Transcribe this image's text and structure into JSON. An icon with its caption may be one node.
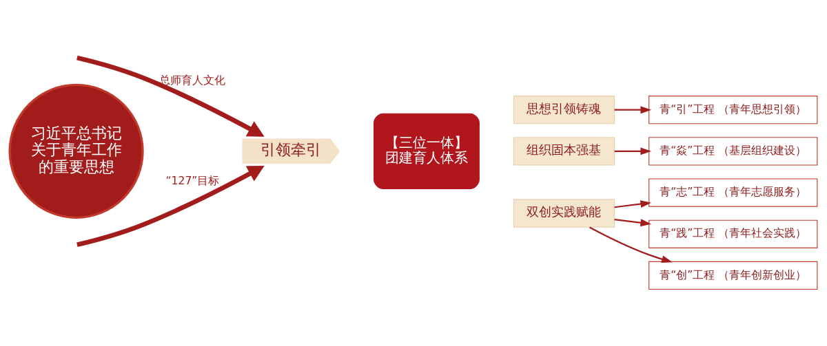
{
  "diagram": {
    "nodes": [
      {
        "text": [
          "习近平总书记关于青年工作的重要思想"
        ]
      },
      {
        "text": [
          "引领牵引"
        ]
      },
      {
        "text": [
          "【三位一体】团建育人体系"
        ]
      },
      {
        "text": [
          "思想引领铸魂"
        ]
      },
      {
        "text": [
          "组织固本强基"
        ]
      },
      {
        "text": [
          "双创实践赋能"
        ]
      },
      {
        "text": [
          "青“引”工程 （青年思想引领）"
        ]
      },
      {
        "text": [
          "青“焱”工程 （基层组织建设）"
        ]
      },
      {
        "text": [
          "青“创”工程 （青年创新创业）"
        ]
      },
      {
        "text": [
          "青“志”工程 （青年志愿服务）"
        ]
      },
      {
        "text": [
          "青“践”工程 （青年社会实践）"
        ]
      }
    ],
    "edges": [
      {
        "from": null,
        "to": 1,
        "arrow": "to",
        "label": "总师育人文化",
        "style": "thick"
      },
      {
        "from": null,
        "to": 1,
        "arrow": "to",
        "label": "“127”目标",
        "style": "thick"
      },
      {
        "from": 3,
        "to": 6,
        "arrow": "to"
      },
      {
        "from": 4,
        "to": 7,
        "arrow": "to"
      },
      {
        "from": 5,
        "to": 8,
        "arrow": "to"
      },
      {
        "from": 5,
        "to": 9,
        "arrow": "to"
      },
      {
        "from": 5,
        "to": 10,
        "arrow": "to"
      }
    ]
  }
}
